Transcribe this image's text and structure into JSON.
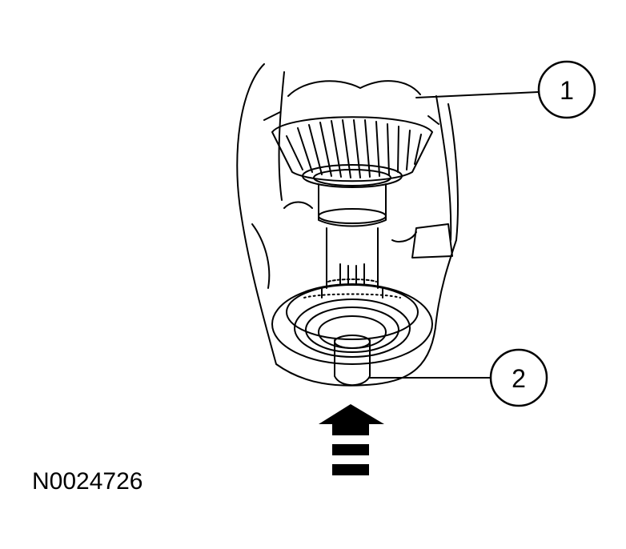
{
  "figure": {
    "callouts": [
      {
        "number": "1"
      },
      {
        "number": "2"
      }
    ],
    "figure_code": "N0024726",
    "arrow_direction": "up"
  }
}
